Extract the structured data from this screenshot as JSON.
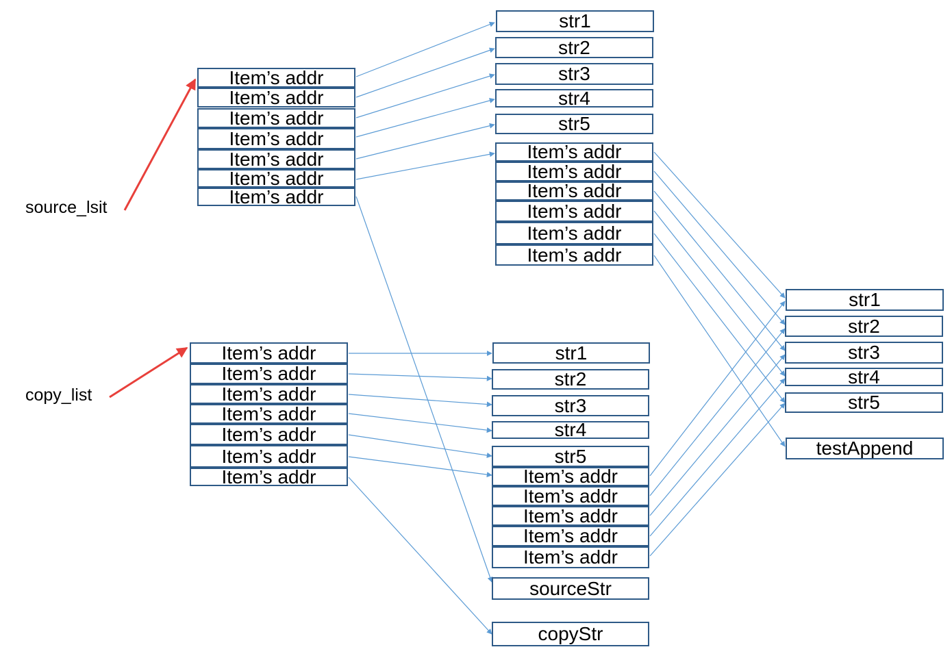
{
  "labels": {
    "source_list": "source_lsit",
    "copy_list": "copy_list"
  },
  "item_text": "Item’s addr",
  "source_list_items": [
    "Item’s addr",
    "Item’s addr",
    "Item’s addr",
    "Item’s addr",
    "Item’s addr",
    "Item’s addr",
    "Item’s addr"
  ],
  "copy_list_items": [
    "Item’s addr",
    "Item’s addr",
    "Item’s addr",
    "Item’s addr",
    "Item’s addr",
    "Item’s addr",
    "Item’s addr"
  ],
  "source_targets": {
    "strings": [
      "str1",
      "str2",
      "str3",
      "str4",
      "str5"
    ],
    "nested_items": [
      "Item’s addr",
      "Item’s addr",
      "Item’s addr",
      "Item’s addr",
      "Item’s addr",
      "Item’s addr"
    ]
  },
  "copy_targets": {
    "strings": [
      "str1",
      "str2",
      "str3",
      "str4",
      "str5"
    ],
    "nested_items": [
      "Item’s addr",
      "Item’s addr",
      "Item’s addr",
      "Item’s addr",
      "Item’s addr"
    ]
  },
  "shared_strings": [
    "str1",
    "str2",
    "str3",
    "str4",
    "str5"
  ],
  "test_append": "testAppend",
  "source_str": "sourceStr",
  "copy_str": "copyStr",
  "colors": {
    "box_border": "#2e5a87",
    "connector": "#5b9bd5",
    "pointer_arrow": "#e8403b"
  }
}
